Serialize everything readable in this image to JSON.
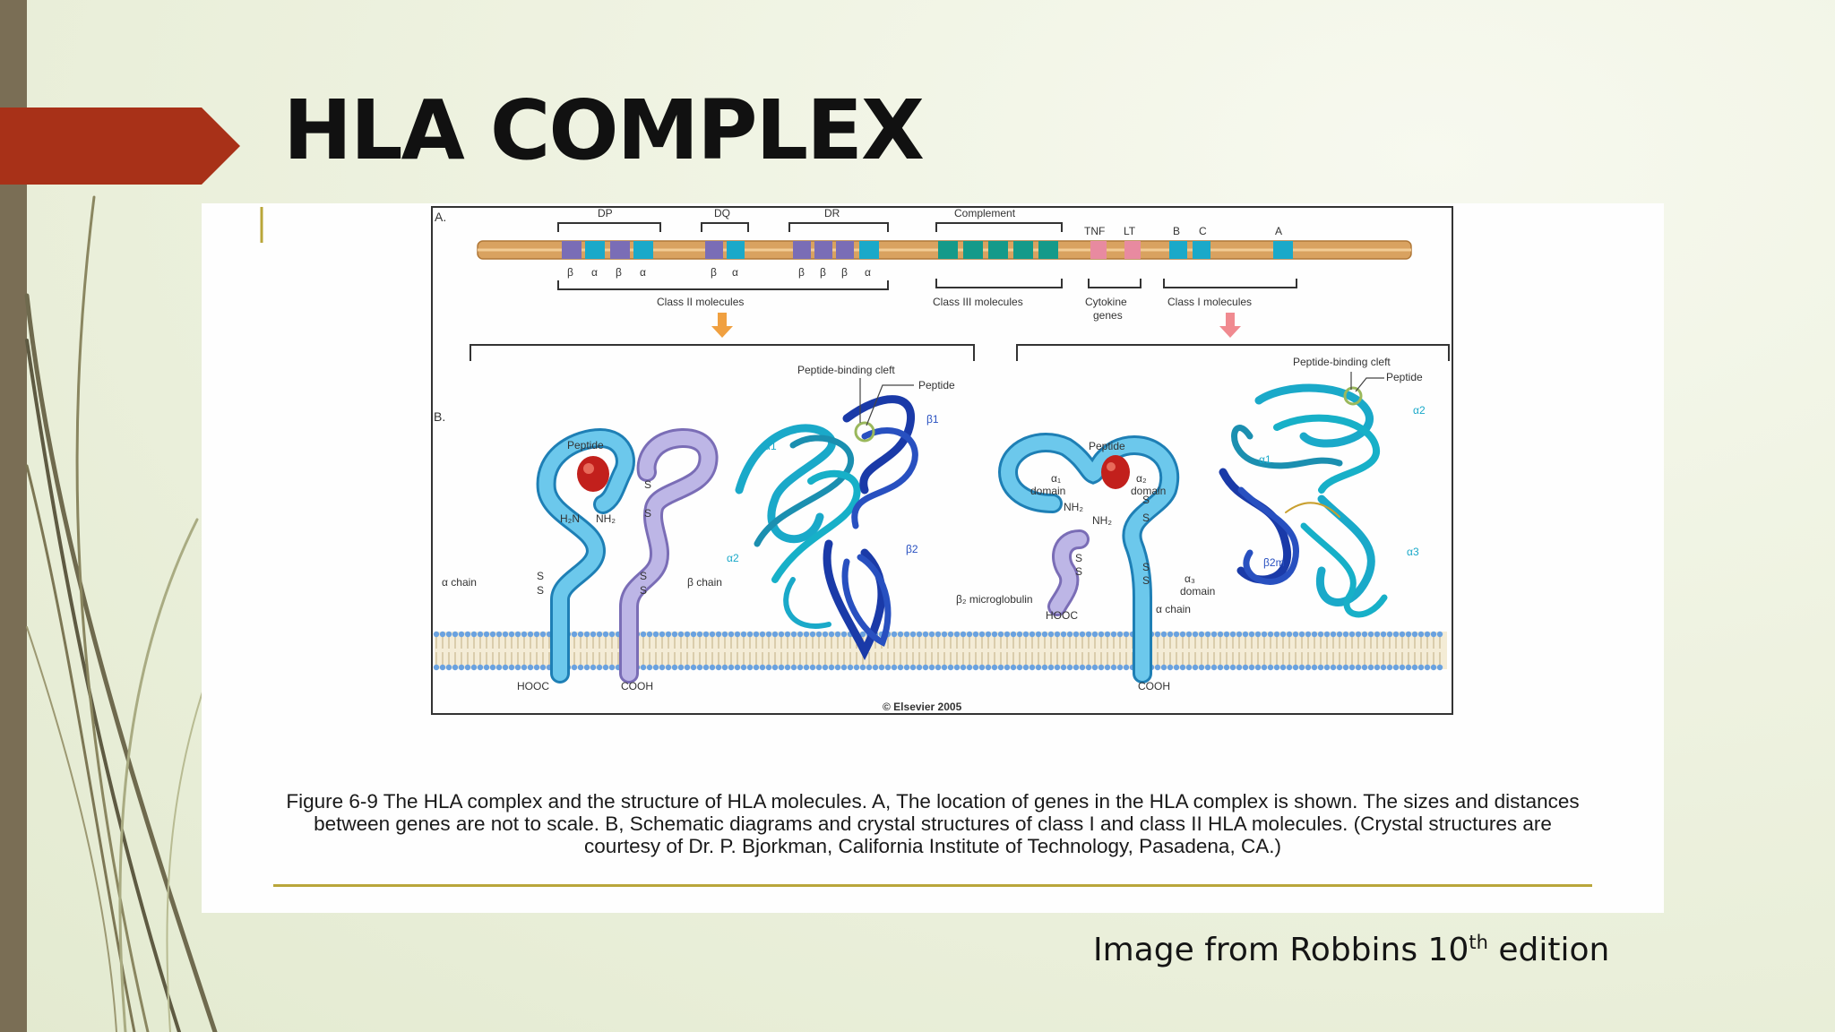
{
  "slide": {
    "title": "HLA COMPLEX",
    "credit_prefix": "Image from Robbins 10",
    "credit_sup": "th",
    "credit_suffix": " edition"
  },
  "figure": {
    "panel_a": {
      "label": "A.",
      "groups": {
        "dp": "DP",
        "dq": "DQ",
        "dr": "DR",
        "complement": "Complement",
        "tnf": "TNF",
        "lt": "LT",
        "b": "B",
        "c": "C",
        "a": "A"
      },
      "subunits": {
        "dp": [
          "β",
          "α",
          "β",
          "α"
        ],
        "dq": [
          "β",
          "α"
        ],
        "dr": [
          "β",
          "β",
          "β",
          "α"
        ]
      },
      "class_labels": {
        "class2": "Class II molecules",
        "class3": "Class III molecules",
        "cytokine_1": "Cytokine",
        "cytokine_2": "genes",
        "class1": "Class I molecules"
      }
    },
    "panel_b": {
      "label": "B.",
      "peptide": "Peptide",
      "peptide_binding_cleft": "Peptide-binding cleft",
      "h2n": "H₂N",
      "nh2": "NH₂",
      "alpha_chain": "α chain",
      "beta_chain": "β chain",
      "hooc": "HOOC",
      "cooh": "COOH",
      "ss": "S",
      "alpha1": "α1",
      "alpha2": "α2",
      "alpha3": "α3",
      "beta1": "β1",
      "beta2": "β2",
      "b2m": "β2m",
      "alpha1_sym": "α₁",
      "alpha2_sym": "α₂",
      "alpha3_sym": "α₃",
      "domain": "domain",
      "b2_microglobulin": "β₂ microglobulin",
      "copyright": "© Elsevier 2005"
    },
    "caption": "Figure 6-9 The HLA complex and the structure of HLA molecules. A, The location of genes in the HLA complex is shown. The sizes and distances between genes are not to scale. B, Schematic diagrams and crystal structures of class I and class II HLA molecules. (Crystal structures are courtesy of Dr. P. Bjorkman, California Institute of Technology, Pasadena, CA.)"
  },
  "colors": {
    "title_arrow": "#a83118",
    "left_bar": "#7a6e55",
    "chromosome": "#d9a260",
    "class2_purple": "#7a6db6",
    "gene_teal": "#1aa9c9",
    "class3_green": "#149a8a",
    "cytokine_pink": "#e88aa0",
    "class1_chain": "#3fb4dc",
    "class2_beta": "#a8a2d8",
    "peptide_red": "#c2201c",
    "caption_rule": "#b9a63a"
  }
}
